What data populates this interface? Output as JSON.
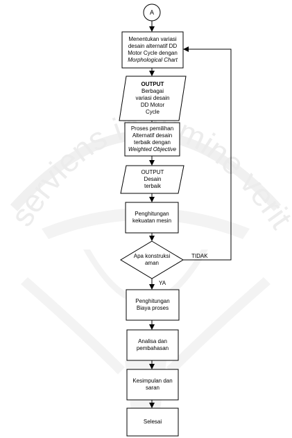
{
  "connector": {
    "label": "A"
  },
  "steps": {
    "variation": {
      "line1": "Menentukan variasi",
      "line2": "desain alternatif DD",
      "line3": "Motor Cycle dengan",
      "line4": "Morphological Chart"
    },
    "output1": {
      "line1": "OUTPUT",
      "line2": "Berbagai",
      "line3": "variasi desain",
      "line4": "DD Motor",
      "line5": "Cycle"
    },
    "selection": {
      "line1": "Proses pemilihan",
      "line2": "Alternatif desain",
      "line3": "terbaik dengan",
      "line4": "Weighted Objective"
    },
    "output2": {
      "line1": "OUTPUT",
      "line2": "Desain",
      "line3": "terbaik"
    },
    "engine": {
      "line1": "Penghitungan",
      "line2": "kekuatan mesin"
    },
    "decision": {
      "line1": "Apa konstruksi",
      "line2": "aman"
    },
    "cost": {
      "line1": "Penghitungan",
      "line2": "Biaya proses"
    },
    "analysis": {
      "line1": "Analisa dan",
      "line2": "pembahasan"
    },
    "conclusion": {
      "line1": "Kesimpulan dan",
      "line2": "saran"
    },
    "finish": {
      "line1": "Selesai"
    }
  },
  "edges": {
    "no": "TIDAK",
    "yes": "YA"
  },
  "watermark": {
    "text": "serviens in lumine veritatis"
  }
}
